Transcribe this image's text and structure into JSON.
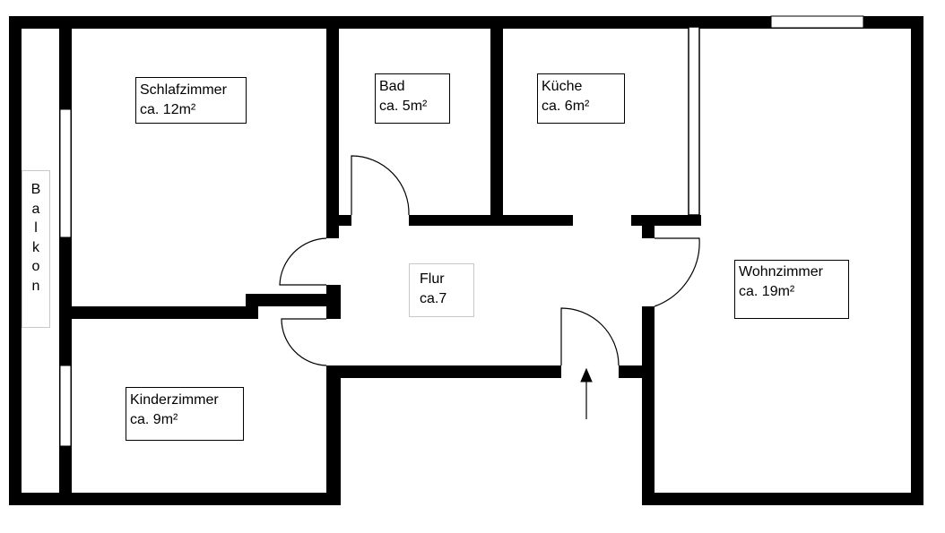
{
  "rooms": {
    "schlafzimmer": {
      "name": "Schlafzimmer",
      "area": "ca. 12m²"
    },
    "bad": {
      "name": "Bad",
      "area": "ca. 5m²"
    },
    "kueche": {
      "name": "Küche",
      "area": "ca. 6m²"
    },
    "flur": {
      "name": "Flur",
      "area": "ca.7"
    },
    "wohnzimmer": {
      "name": "Wohnzimmer",
      "area": "ca. 19m²"
    },
    "kinderzimmer": {
      "name": "Kinderzimmer",
      "area": "ca. 9m²"
    }
  },
  "balkon": {
    "letters": [
      "B",
      "a",
      "l",
      "k",
      "o",
      "n"
    ]
  },
  "colors": {
    "wall": "#000000",
    "background": "#ffffff",
    "label_border_light": "#c8c8c8"
  }
}
